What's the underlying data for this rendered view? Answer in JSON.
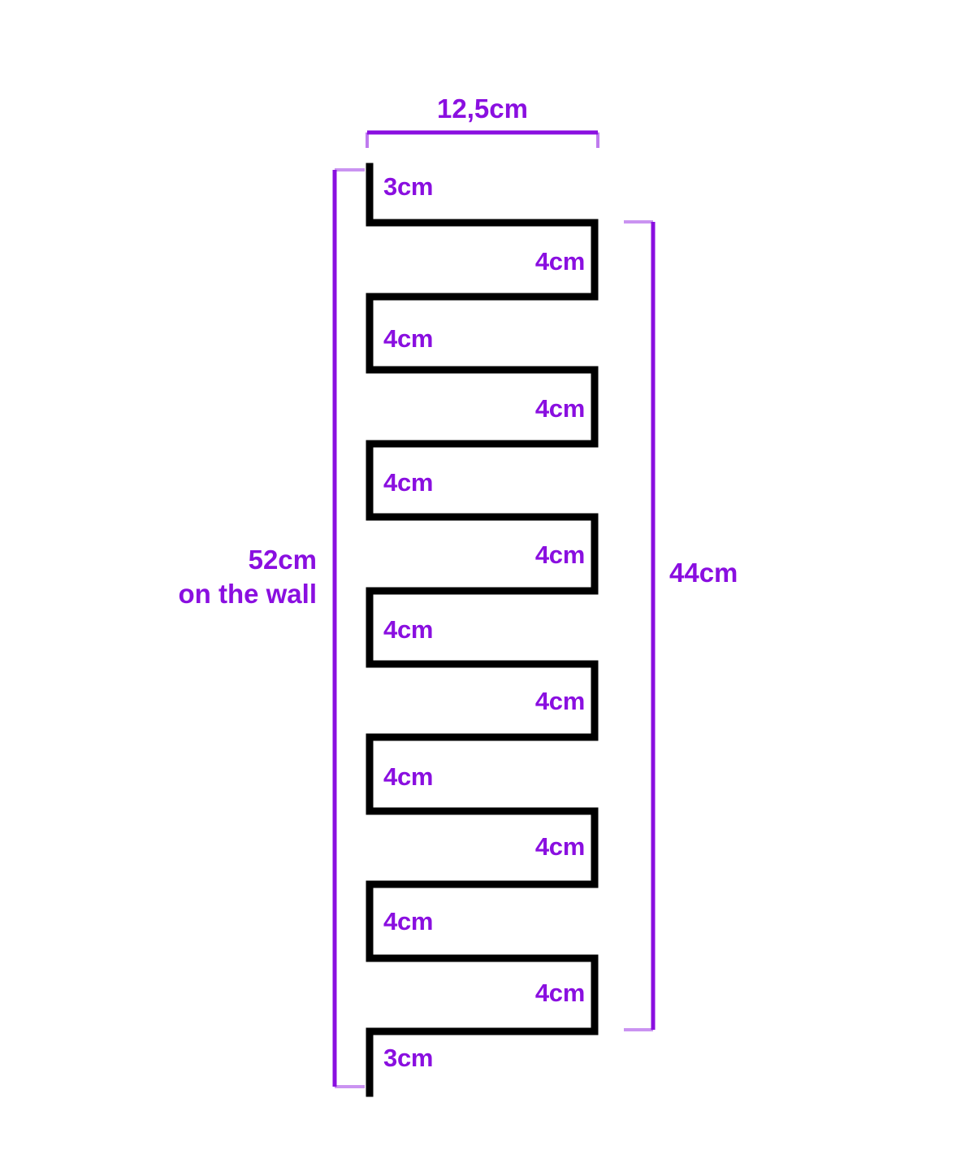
{
  "figure": {
    "title": "Folded zigzag strip dimension diagram",
    "stroke_color": "#000000",
    "dimension_color": "#8a0fe0",
    "background": "#ffffff",
    "unit": "cm"
  },
  "dimensions": {
    "width": {
      "label": "12,5cm",
      "value": 12.5,
      "orientation": "horizontal",
      "position": "top"
    },
    "wall_height": {
      "label": "52cm\non the wall",
      "line1": "52cm",
      "line2": "on the wall",
      "value": 52,
      "orientation": "vertical",
      "position": "left"
    },
    "right_height": {
      "label": "44cm",
      "value": 44,
      "orientation": "vertical",
      "position": "right"
    }
  },
  "segments": [
    {
      "label": "3cm",
      "value": 3,
      "side": "left"
    },
    {
      "label": "4cm",
      "value": 4,
      "side": "right"
    },
    {
      "label": "4cm",
      "value": 4,
      "side": "left"
    },
    {
      "label": "4cm",
      "value": 4,
      "side": "right"
    },
    {
      "label": "4cm",
      "value": 4,
      "side": "left"
    },
    {
      "label": "4cm",
      "value": 4,
      "side": "right"
    },
    {
      "label": "4cm",
      "value": 4,
      "side": "left"
    },
    {
      "label": "4cm",
      "value": 4,
      "side": "right"
    },
    {
      "label": "4cm",
      "value": 4,
      "side": "left"
    },
    {
      "label": "4cm",
      "value": 4,
      "side": "right"
    },
    {
      "label": "4cm",
      "value": 4,
      "side": "left"
    },
    {
      "label": "4cm",
      "value": 4,
      "side": "right"
    },
    {
      "label": "3cm",
      "value": 3,
      "side": "left"
    }
  ]
}
